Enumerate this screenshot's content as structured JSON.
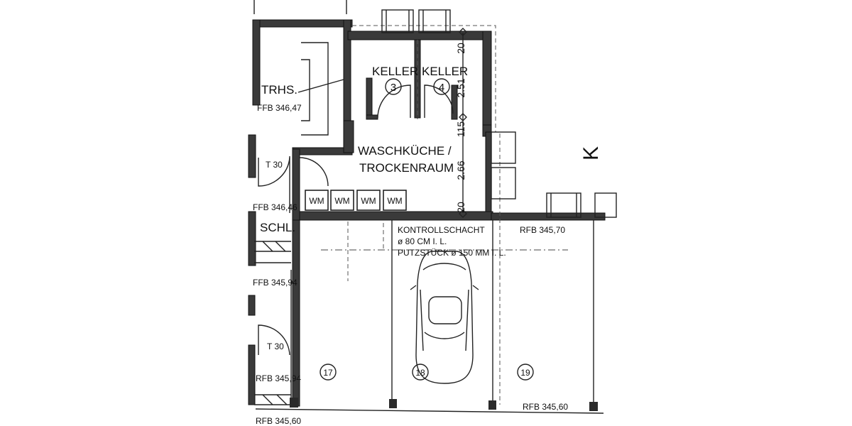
{
  "rooms": {
    "treppenhaus": {
      "name": "TRHS.",
      "level": "FFB 346,47"
    },
    "keller_3": {
      "name": "KELLER",
      "number": "3"
    },
    "keller_4": {
      "name": "KELLER",
      "number": "4"
    },
    "waschkueche_line1": "WASCHKÜCHE /",
    "waschkueche_line2": "TROCKENRAUM",
    "schleuse": {
      "name": "SCHL.",
      "level": "FFB 346,46"
    },
    "corridor_level": "FFB 345,94",
    "stair_exit_level": "RFB 345,94",
    "bottom_left_level": "RFB 345,60"
  },
  "doors": {
    "t30_upper": "T 30",
    "t30_lower": "T 30"
  },
  "washing_machines": [
    "WM",
    "WM",
    "WM",
    "WM"
  ],
  "dimensions": {
    "d20_top": "20",
    "d251": "2.51",
    "d115": "115",
    "d266": "2.66",
    "d20_bottom": "20"
  },
  "garage": {
    "inspection_line1": "KONTROLLSCHACHT",
    "inspection_line2": "ø 80 CM I. L.",
    "inspection_line3": "PUTZSTÜCK ø 150 MM I. L.",
    "level_top": "RFB 345,70",
    "level_bottom": "RFB 345,60",
    "spaces": [
      "17",
      "18",
      "19"
    ]
  },
  "edge_letter": "K"
}
